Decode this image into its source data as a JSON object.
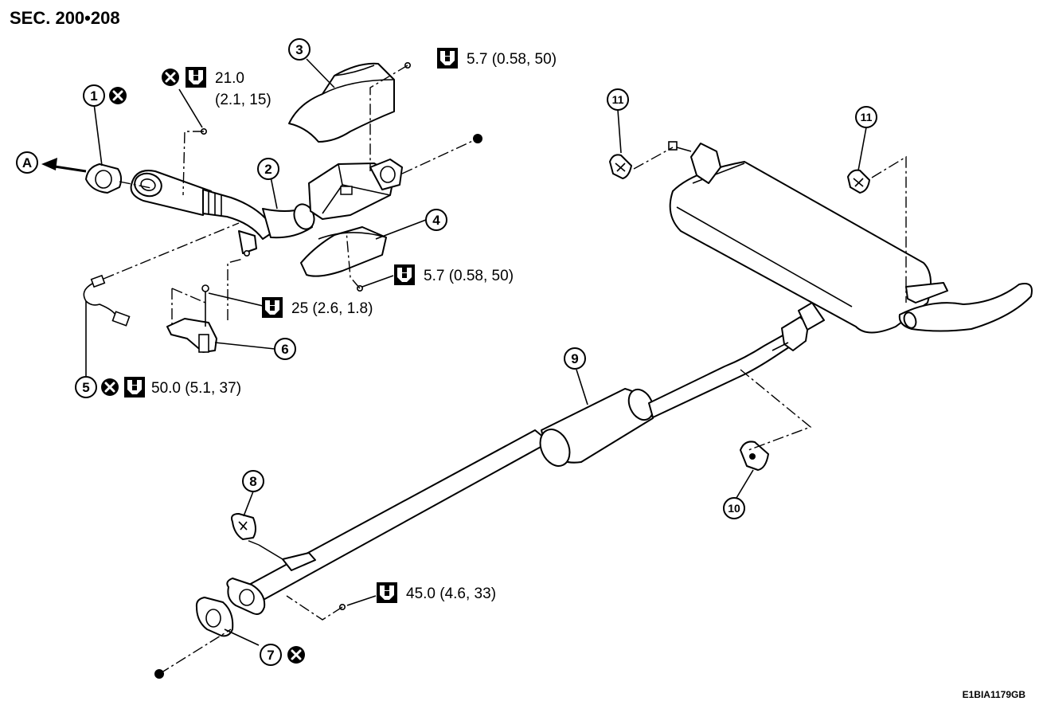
{
  "header": {
    "section": "SEC. 200•208"
  },
  "figure_code": "E1BIA1179GB",
  "arrow_label": "A",
  "callouts": [
    {
      "id": "c1",
      "number": "1"
    },
    {
      "id": "c2",
      "number": "2"
    },
    {
      "id": "c3",
      "number": "3"
    },
    {
      "id": "c4",
      "number": "4"
    },
    {
      "id": "c5",
      "number": "5"
    },
    {
      "id": "c6",
      "number": "6"
    },
    {
      "id": "c7",
      "number": "7"
    },
    {
      "id": "c8",
      "number": "8"
    },
    {
      "id": "c9",
      "number": "9"
    },
    {
      "id": "c10",
      "number": "10"
    },
    {
      "id": "c11a",
      "number": "11"
    },
    {
      "id": "c11b",
      "number": "11"
    }
  ],
  "torque_specs": {
    "sensor_stud_line1": "21.0",
    "sensor_stud_line2": "(2.1, 15)",
    "heat_insulator_upper": "5.7 (0.58, 50)",
    "heat_insulator_lower": "5.7 (0.58, 50)",
    "bracket_bolt": "25 (2.6, 1.8)",
    "sensor": "50.0 (5.1, 37)",
    "rear_flange_nut": "45.0 (4.6, 33)"
  },
  "icons": {
    "do_not_reuse": "x-circle-icon",
    "torque_wrench": "torque-wrench-icon"
  }
}
